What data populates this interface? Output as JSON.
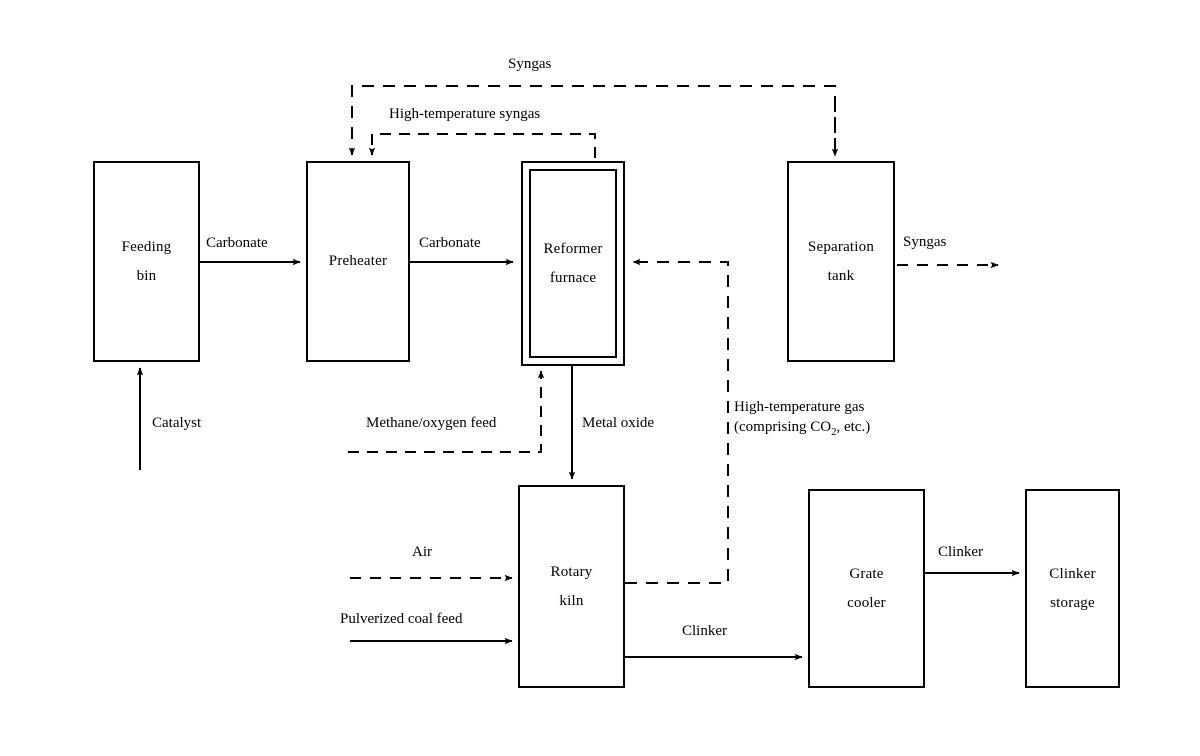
{
  "diagram": {
    "title": "Cement kiln carbonate reforming process flow diagram",
    "type": "process-flow",
    "stroke_color": "#000000",
    "background_color": "#ffffff"
  },
  "nodes": [
    {
      "id": "feeding-bin",
      "line1": "Feeding",
      "line2": "bin"
    },
    {
      "id": "preheater",
      "line1": "Preheater",
      "line2": ""
    },
    {
      "id": "reformer-furnace",
      "line1": "Reformer",
      "line2": "furnace"
    },
    {
      "id": "separation-tank",
      "line1": "Separation",
      "line2": "tank"
    },
    {
      "id": "rotary-kiln",
      "line1": "Rotary",
      "line2": "kiln"
    },
    {
      "id": "grate-cooler",
      "line1": "Grate",
      "line2": "cooler"
    },
    {
      "id": "clinker-storage",
      "line1": "Clinker",
      "line2": "storage"
    }
  ],
  "edges": [
    {
      "id": "catalyst",
      "label": "Catalyst",
      "style": "solid",
      "from": "external",
      "to": "feeding-bin"
    },
    {
      "id": "carbonate-1",
      "label": "Carbonate",
      "style": "solid",
      "from": "feeding-bin",
      "to": "preheater"
    },
    {
      "id": "carbonate-2",
      "label": "Carbonate",
      "style": "solid",
      "from": "preheater",
      "to": "reformer-furnace"
    },
    {
      "id": "syngas-recycle",
      "label": "Syngas",
      "style": "dashed",
      "from": "separation-tank",
      "to": "preheater"
    },
    {
      "id": "high-temp-syngas",
      "label": "High-temperature syngas",
      "style": "dashed",
      "from": "reformer-furnace",
      "to": "preheater"
    },
    {
      "id": "syngas-product",
      "label": "Syngas",
      "style": "dashed",
      "from": "separation-tank",
      "to": "external"
    },
    {
      "id": "methane-oxygen-feed",
      "label": "Methane/oxygen feed",
      "style": "dashed",
      "from": "external",
      "to": "reformer-furnace"
    },
    {
      "id": "metal-oxide",
      "label": "Metal oxide",
      "style": "solid",
      "from": "reformer-furnace",
      "to": "rotary-kiln"
    },
    {
      "id": "high-temp-gas",
      "label_line1": "High-temperature gas",
      "label_line2_pre": "(comprising CO",
      "label_line2_sub": "2",
      "label_line2_post": ", etc.)",
      "style": "dashed",
      "from": "rotary-kiln",
      "to": "reformer-furnace"
    },
    {
      "id": "air",
      "label": "Air",
      "style": "dashed",
      "from": "external",
      "to": "rotary-kiln"
    },
    {
      "id": "pulverized-coal-feed",
      "label": "Pulverized coal feed",
      "style": "solid",
      "from": "external",
      "to": "rotary-kiln"
    },
    {
      "id": "clinker-1",
      "label": "Clinker",
      "style": "solid",
      "from": "rotary-kiln",
      "to": "grate-cooler"
    },
    {
      "id": "clinker-2",
      "label": "Clinker",
      "style": "solid",
      "from": "grate-cooler",
      "to": "clinker-storage"
    }
  ]
}
